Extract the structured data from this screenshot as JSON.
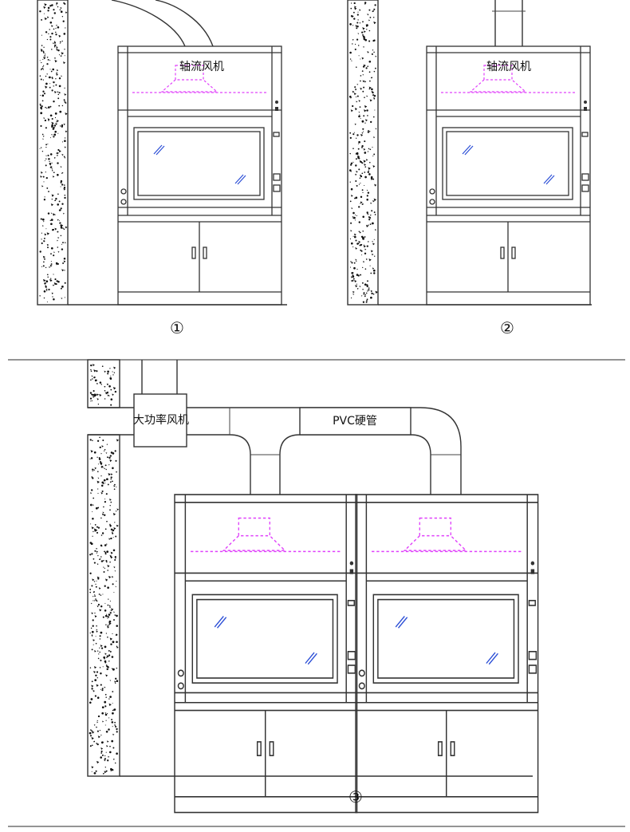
{
  "colors": {
    "line": "#333333",
    "hood_dashed": "#e040fb",
    "glass_glint": "#2c4fd6",
    "wall_speckle": "#111111"
  },
  "panel1": {
    "fan_label": "轴流风机",
    "number": "①"
  },
  "panel2": {
    "fan_label": "轴流风机",
    "number": "②"
  },
  "panel3": {
    "fan_label": "大功率风机",
    "pipe_label": "PVC硬管",
    "number": "③"
  }
}
